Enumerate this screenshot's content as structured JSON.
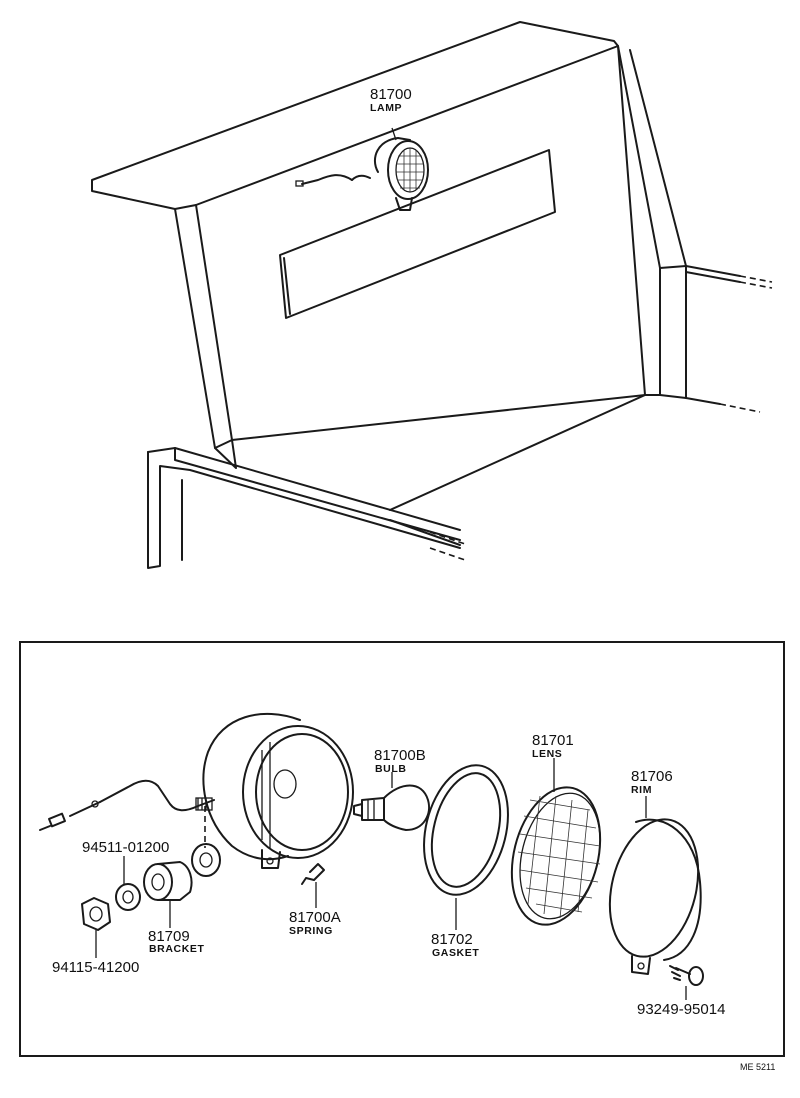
{
  "top_callout": {
    "part_no": "81700",
    "name": "LAMP"
  },
  "parts": {
    "bulb": {
      "part_no": "81700B",
      "name": "BULB"
    },
    "lens": {
      "part_no": "81701",
      "name": "LENS"
    },
    "rim": {
      "part_no": "81706",
      "name": "RIM"
    },
    "gasket": {
      "part_no": "81702",
      "name": "GASKET"
    },
    "spring": {
      "part_no": "81700A",
      "name": "SPRING"
    },
    "bracket": {
      "part_no": "81709",
      "name": "BRACKET"
    },
    "washer": {
      "part_no": "94511-01200"
    },
    "nut": {
      "part_no": "94115-41200"
    },
    "screw": {
      "part_no": "93249-95014"
    }
  },
  "diagram_code": "ME 5211"
}
